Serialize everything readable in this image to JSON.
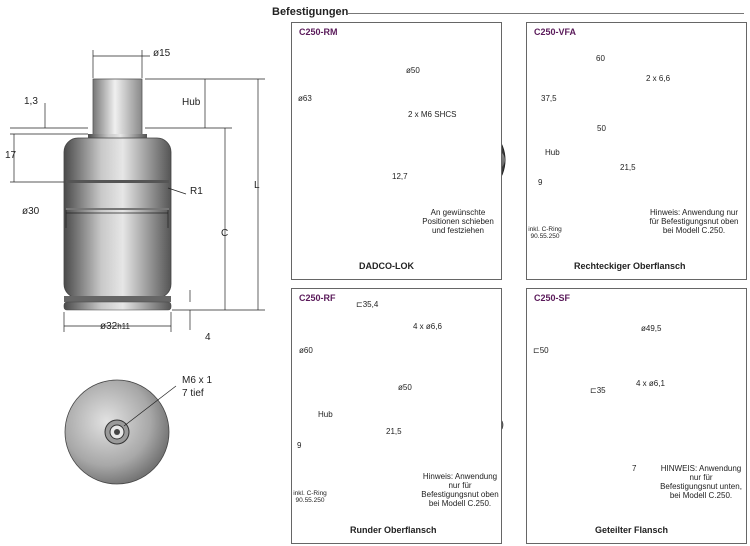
{
  "section_title": "Befestigungen",
  "left": {
    "dim_o15": "ø15",
    "dim_13": "1,3",
    "dim_hub": "Hub",
    "dim_17": "17",
    "dim_r1": "R1",
    "dim_l": "L",
    "dim_o30": "ø30",
    "dim_c": "C",
    "dim_o32": "ø32",
    "dim_h11": "h11",
    "dim_4": "4",
    "thread_line1": "M6 x 1",
    "thread_line2": "7 tief"
  },
  "panels": {
    "rm": {
      "title": "C250-RM",
      "d_o50": "ø50",
      "d_o63": "ø63",
      "d_screws": "2 x M6 SHCS",
      "d_127": "12,7",
      "note": "An gewünschte Positionen schieben und festziehen",
      "caption": "DADCO-LOK"
    },
    "vfa": {
      "title": "C250-VFA",
      "d_60": "60",
      "d_375": "37,5",
      "d_2x66": "2 x 6,6",
      "d_50": "50",
      "d_hub": "Hub",
      "d_215": "21,5",
      "d_9": "9",
      "d_inkl": "inkl. C-Ring 90.55.250",
      "note": "Hinweis: Anwendung nur für Befestigungsnut oben bei Modell C.250.",
      "caption": "Rechteckiger Oberflansch"
    },
    "rf": {
      "title": "C250-RF",
      "d_354": "⊏35,4",
      "d_4x66": "4 x ø6,6",
      "d_o60": "ø60",
      "d_o50": "ø50",
      "d_hub": "Hub",
      "d_215": "21,5",
      "d_9": "9",
      "d_inkl": "inkl. C-Ring 90.55.250",
      "note": "Hinweis: Anwendung nur für Befestigungsnut oben bei Modell C.250.",
      "caption": "Runder Oberflansch"
    },
    "sf": {
      "title": "C250-SF",
      "d_495": "ø49,5",
      "d_50": "⊏50",
      "d_35": "⊏35",
      "d_4x61": "4 x ø6,1",
      "d_7": "7",
      "note": "HINWEIS: Anwendung nur für Befestigungsnut unten, bei Modell C.250.",
      "caption": "Geteilter Flansch"
    }
  },
  "colors": {
    "metal_dark": "#5e5e5e",
    "metal_light": "#d8d8d8",
    "panel_title": "#5a1a5a"
  }
}
